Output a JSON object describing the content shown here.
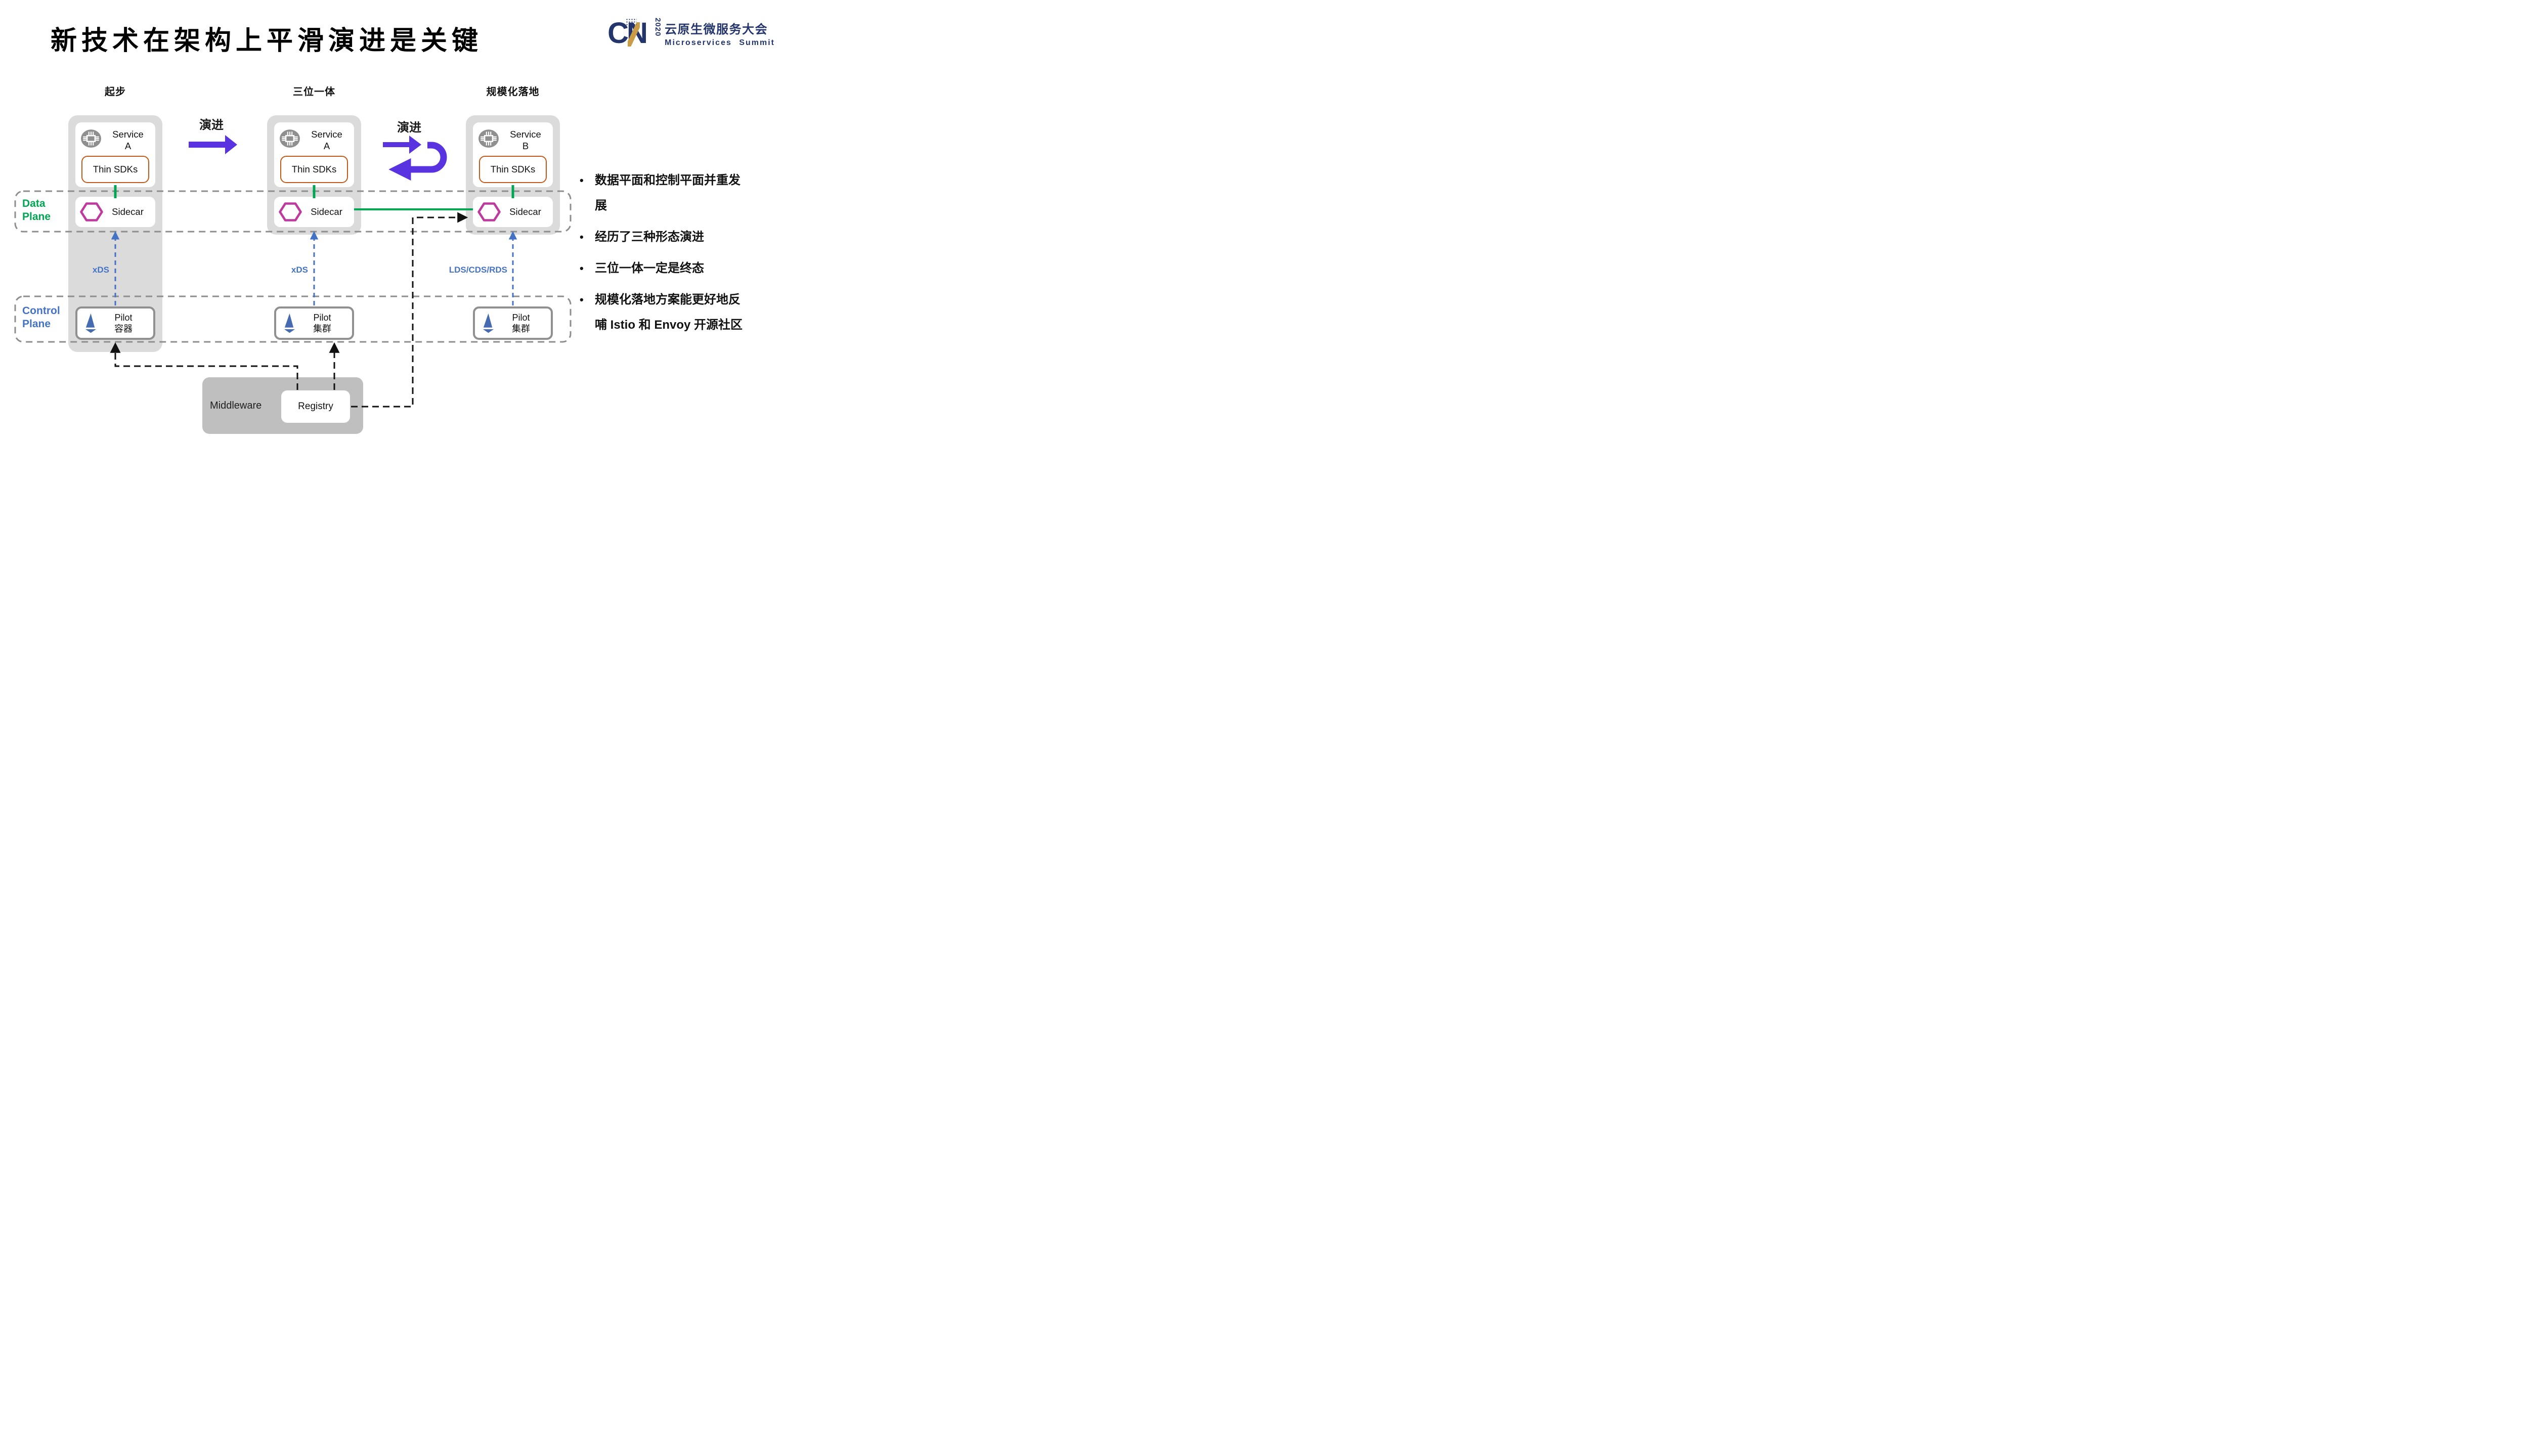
{
  "title": "新技术在架构上平滑演进是关键",
  "logo": {
    "mark": "CN",
    "year": "2020",
    "title_cn": "云原生微服务大会",
    "title_en": "Microservices  Summit"
  },
  "evolution_arrows": [
    "演进",
    "演进"
  ],
  "columns": [
    {
      "stage": "起步",
      "service_line1": "Service",
      "service_line2": "A",
      "sdk_label": "Thin SDKs",
      "sidecar_label": "Sidecar",
      "pilot_line1": "Pilot",
      "pilot_line2": "容器",
      "channel_label": "xDS"
    },
    {
      "stage": "三位一体",
      "service_line1": "Service",
      "service_line2": "A",
      "sdk_label": "Thin SDKs",
      "sidecar_label": "Sidecar",
      "pilot_line1": "Pilot",
      "pilot_line2": "集群",
      "channel_label": "xDS"
    },
    {
      "stage": "规模化落地",
      "service_line1": "Service",
      "service_line2": "B",
      "sdk_label": "Thin SDKs",
      "sidecar_label": "Sidecar",
      "pilot_line1": "Pilot",
      "pilot_line2": "集群",
      "channel_label": "LDS/CDS/RDS"
    }
  ],
  "planes": {
    "data_plane": "Data Plane",
    "control_plane": "Control Plane"
  },
  "middleware": {
    "label": "Middleware",
    "registry_label": "Registry"
  },
  "bullets": [
    {
      "lines": [
        "数据平面和控制平面并重发",
        "展"
      ]
    },
    {
      "lines": [
        "经历了三种形态演进"
      ]
    },
    {
      "lines": [
        "三位一体一定是终态"
      ]
    },
    {
      "lines": [
        "规模化落地方案能更好地反",
        "哺 Istio 和 Envoy 开源社区"
      ]
    }
  ],
  "colors": {
    "accent_purple": "#5A33E0",
    "data_plane_green": "#00A651",
    "control_plane_blue": "#4472C4",
    "istio_blue": "#466BB0",
    "sidecar_magenta": "#BE3A9E",
    "sdk_orange": "#C05A1A",
    "logo_navy": "#24356B",
    "logo_gold": "#C99C45"
  }
}
